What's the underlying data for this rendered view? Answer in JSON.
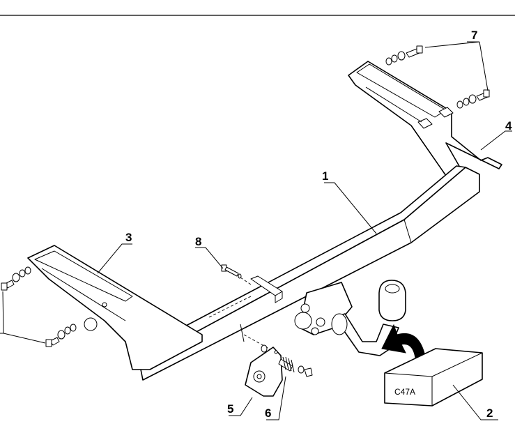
{
  "callouts": {
    "c1": "1",
    "c2": "2",
    "c3": "3",
    "c4": "4",
    "c5": "5",
    "c6": "6",
    "c7": "7",
    "c8": "8"
  },
  "box_code": "C47A"
}
